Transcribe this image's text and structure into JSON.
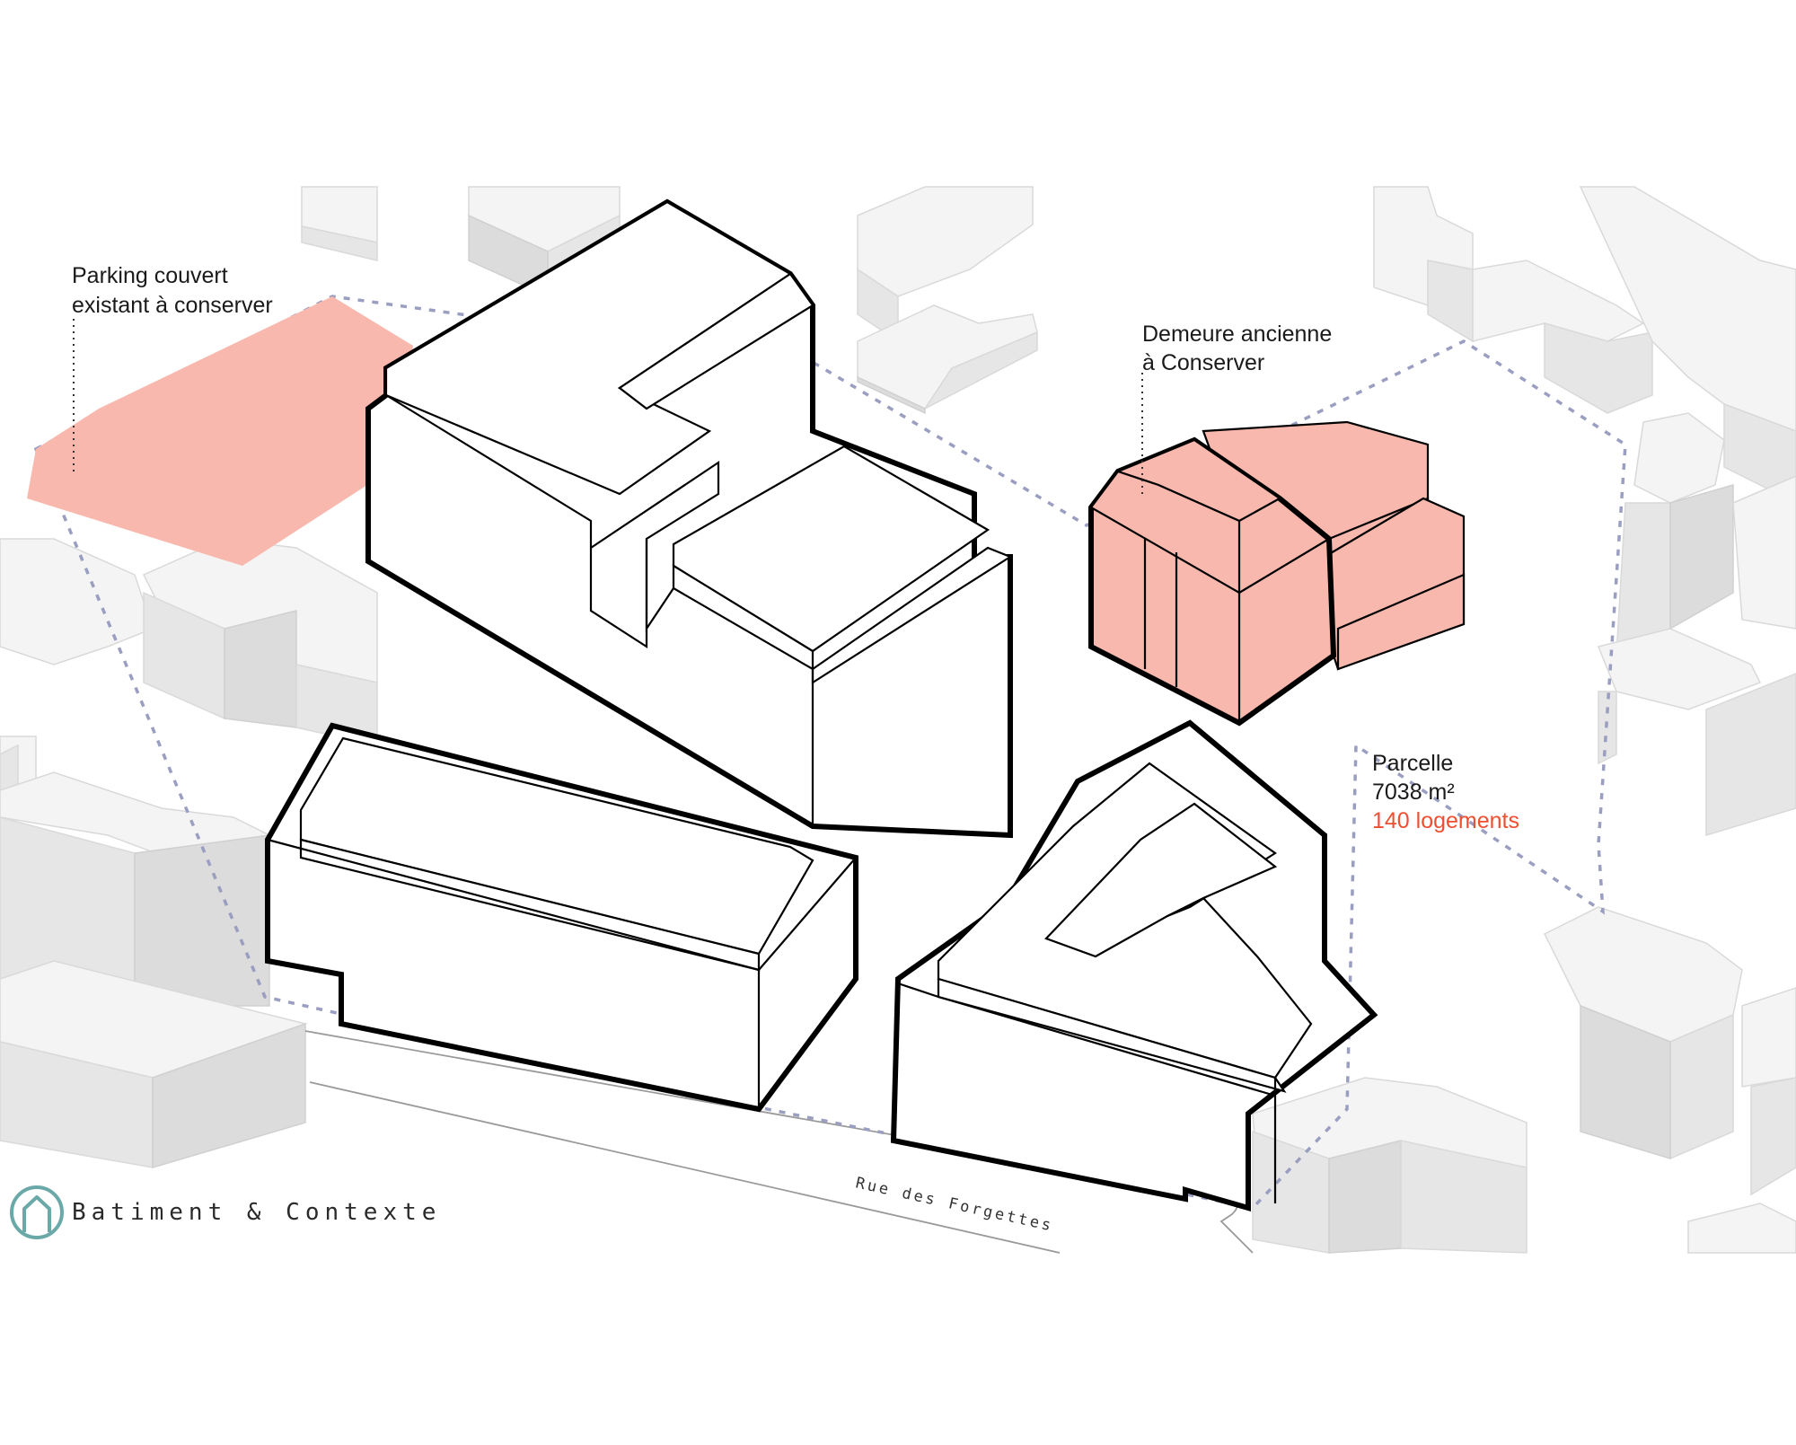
{
  "labels": {
    "parking_line1": "Parking couvert",
    "parking_line2": "existant à conserver",
    "demeure_line1": "Demeure ancienne",
    "demeure_line2": "à Conserver",
    "parcelle_title": "Parcelle",
    "parcelle_area": "7038 m²",
    "parcelle_units": "140 logements"
  },
  "street": {
    "name": "Rue des Forgettes"
  },
  "brand": {
    "name": "Batiment & Contexte"
  },
  "colors": {
    "highlight": "#f8b8ad",
    "units_text": "#f04e30",
    "plot_boundary": "#9a9ec0",
    "logo": "#6aa9a8"
  },
  "icons": {
    "logo": "house-circle-icon"
  }
}
